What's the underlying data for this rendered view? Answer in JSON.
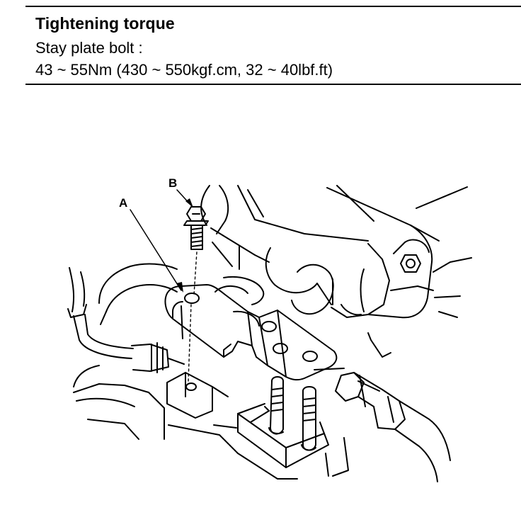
{
  "torque": {
    "heading": "Tightening torque",
    "item": "Stay plate bolt :",
    "values": "43 ~ 55Nm (430 ~ 550kgf.cm, 32 ~ 40lbf.ft)"
  },
  "diagram": {
    "callouts": {
      "a": "A",
      "b": "B"
    }
  }
}
